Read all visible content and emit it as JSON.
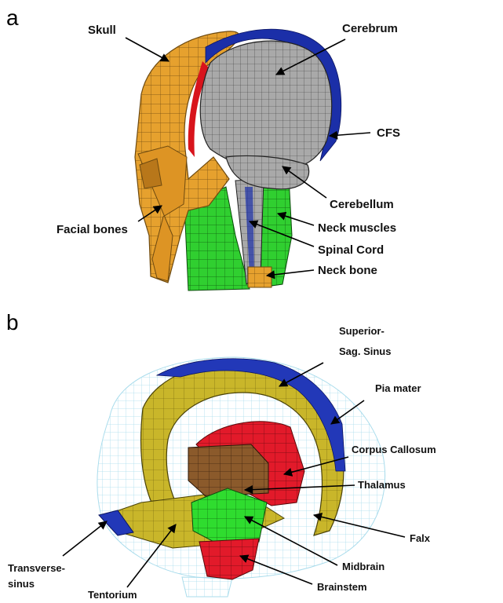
{
  "panel_a": {
    "letter": "a",
    "labels": {
      "skull": "Skull",
      "cerebrum": "Cerebrum",
      "cfs": "CFS",
      "cerebellum": "Cerebellum",
      "facial_bones": "Facial bones",
      "neck_muscles": "Neck muscles",
      "spinal_cord": "Spinal Cord",
      "neck_bone": "Neck bone"
    }
  },
  "panel_b": {
    "letter": "b",
    "labels": {
      "superior_line1": "Superior-",
      "superior_line2": "Sag. Sinus",
      "pia_mater": "Pia mater",
      "corpus_callosum": "Corpus Callosum",
      "thalamus": "Thalamus",
      "falx": "Falx",
      "midbrain": "Midbrain",
      "brainstem": "Brainstem",
      "tentorium": "Tentorium",
      "transverse_line1": "Transverse-",
      "transverse_line2": "sinus"
    }
  },
  "colors": {
    "skull": "#e6a12e",
    "cerebrum": "#a8a8a8",
    "cfs": "#1b2fa8",
    "red": "#d8141c",
    "neck_muscle": "#2ecc2e",
    "falx": "#c9b62a",
    "pia_mesh": "#a9dcec",
    "thalamus": "#8b5a2b",
    "midbrain": "#2fdc2f",
    "brainstem": "#e21a2a"
  }
}
